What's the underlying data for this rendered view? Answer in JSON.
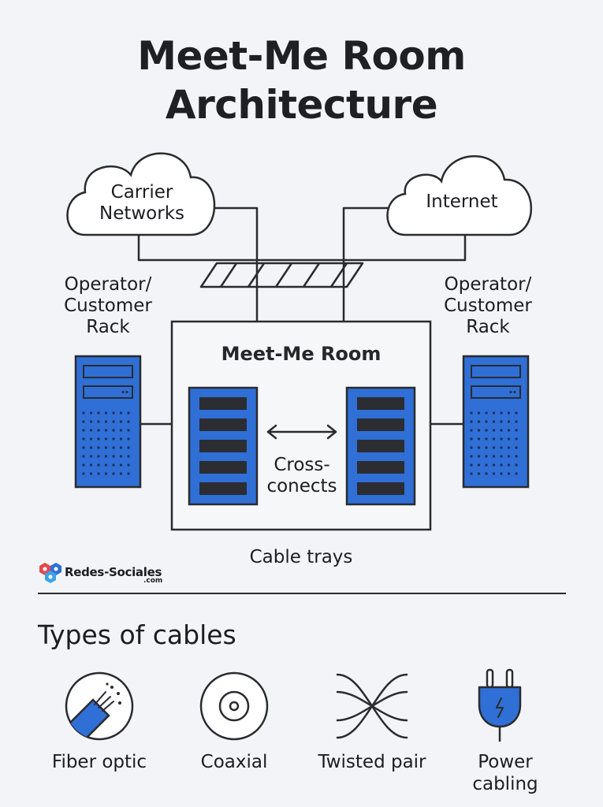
{
  "title": {
    "line1": "Meet-Me Room",
    "line2": "Architecture"
  },
  "clouds": {
    "carrier": {
      "line1": "Carrier",
      "line2": "Networks"
    },
    "internet": {
      "label": "Internet"
    }
  },
  "racks": {
    "left": {
      "line1": "Operator/",
      "line2": "Customer",
      "line3": "Rack"
    },
    "right": {
      "line1": "Operator/",
      "line2": "Customer",
      "line3": "Rack"
    }
  },
  "room": {
    "title": "Meet-Me Room",
    "cross_line1": "Cross-",
    "cross_line2": "conects"
  },
  "cable_trays": "Cable trays",
  "brand": {
    "name": "Redes-Sociales",
    "suffix": ".com"
  },
  "types": {
    "heading": "Types of cables",
    "items": [
      {
        "icon": "fiber-optic-icon",
        "label": "Fiber optic"
      },
      {
        "icon": "coaxial-icon",
        "label": "Coaxial"
      },
      {
        "icon": "twisted-pair-icon",
        "label": "Twisted pair"
      },
      {
        "icon": "power-plug-icon",
        "label_line1": "Power",
        "label_line2": "cabling"
      }
    ]
  },
  "colors": {
    "rack_blue": "#2f6fd6",
    "line": "#2a2b2f",
    "background": "#f3f4f7",
    "slot": "#2b2d33"
  }
}
